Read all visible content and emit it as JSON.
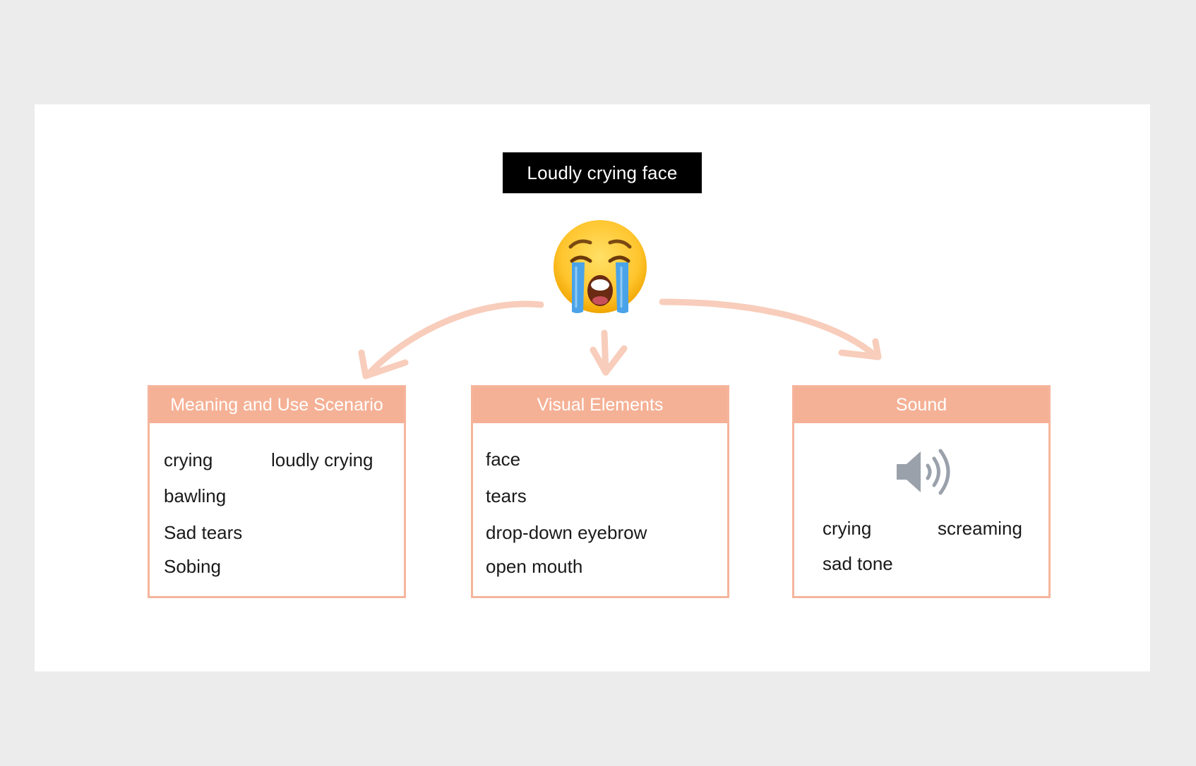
{
  "title": "Loudly crying face",
  "emoji": {
    "name": "loudly-crying-face",
    "colors": {
      "face": "#ffcc33",
      "tears": "#4aa3e8",
      "mouth": "#6b2a12"
    }
  },
  "colors": {
    "accent": "#f5b196",
    "border": "#f5b59c",
    "arrow": "#f8cdbb",
    "speaker": "#9aa1ab"
  },
  "boxes": {
    "meaning": {
      "header": "Meaning and Use Scenario",
      "words": [
        "crying",
        "loudly crying",
        "bawling",
        "Sad tears",
        "Sobing"
      ]
    },
    "visual": {
      "header": "Visual Elements",
      "words": [
        "face",
        "tears",
        "drop-down eyebrow",
        "open mouth"
      ]
    },
    "sound": {
      "header": "Sound",
      "icon": "speaker-volume-icon",
      "words": [
        "crying",
        "screaming",
        "sad tone"
      ]
    }
  }
}
